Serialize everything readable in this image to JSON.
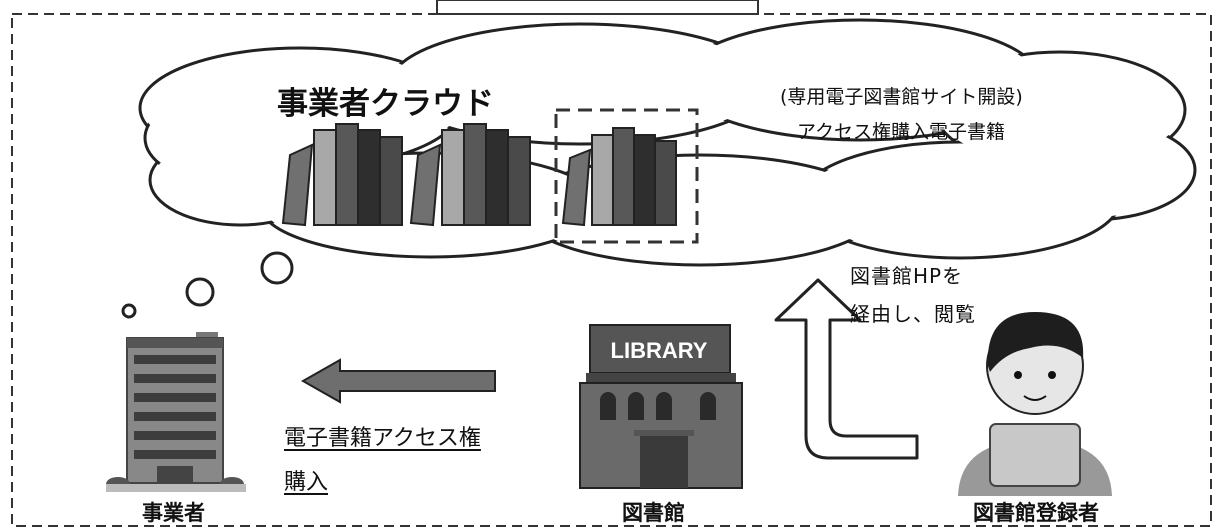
{
  "cloud": {
    "title": "事業者クラウド",
    "note_line1": "(専用電子図書館サイト開設)",
    "note_line2": "アクセス権購入電子書籍"
  },
  "library_sign": "LIBRARY",
  "access_route": {
    "line1": "図書館HPを",
    "line2": "経由し、閲覧"
  },
  "purchase": {
    "line1": "電子書籍アクセス権",
    "line2": "購入"
  },
  "actors": {
    "business": "事業者",
    "library": "図書館",
    "user": "図書館登録者"
  }
}
